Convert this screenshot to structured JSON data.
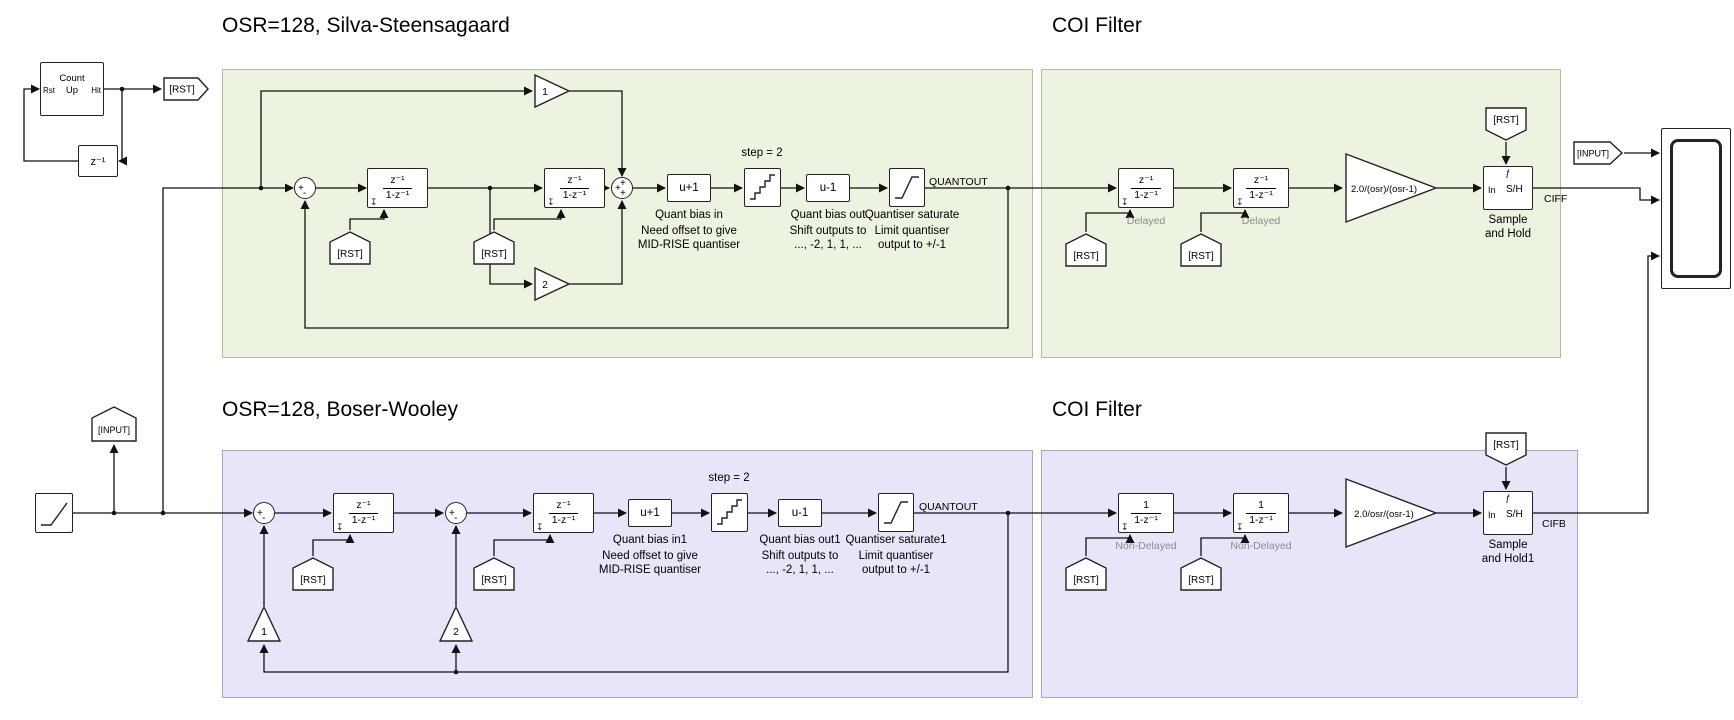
{
  "titles": {
    "silva": "OSR=128, Silva-Steensagaard",
    "coi_top": "COI Filter",
    "boser": "OSR=128, Boser-Wooley",
    "coi_bottom": "COI Filter"
  },
  "tags": {
    "rst": "[RST]",
    "input": "[INPUT]"
  },
  "icons": {
    "plus": "+",
    "minus": "-",
    "reset": "↧",
    "trigger": "ƒ"
  },
  "counter": {
    "title1": "Count",
    "title2": "Up",
    "port_rst": "Rst",
    "port_hit": "Hit",
    "delay": "z⁻¹"
  },
  "filters": {
    "delayed_num": "z⁻¹",
    "delayed_den": "1-z⁻¹",
    "delayed_label": "Delayed",
    "nondelayed_num": "1",
    "nondelayed_den": "1-z⁻¹",
    "nondelayed_label": "Non-Delayed"
  },
  "silva": {
    "gain_ff1": "1",
    "gain_ff2": "2",
    "bias_in": {
      "text": "u+1",
      "name": "Quant bias in",
      "note1": "Need offset to give",
      "note2": "MID-RISE quantiser"
    },
    "quantizer": {
      "step": "step = 2"
    },
    "bias_out": {
      "text": "u-1",
      "name": "Quant bias out",
      "note1": "Shift outputs to",
      "note2": "..., -2, 1, 1, ..."
    },
    "saturate": {
      "name": "Quantiser saturate",
      "note1": "Limit quantiser",
      "note2": "output to +/-1"
    },
    "quantout": "QUANTOUT"
  },
  "boser": {
    "gain_fb1": "1",
    "gain_fb2": "2",
    "bias_in": {
      "text": "u+1",
      "name": "Quant bias in1",
      "note1": "Need offset to give",
      "note2": "MID-RISE quantiser"
    },
    "quantizer": {
      "step": "step = 2"
    },
    "bias_out": {
      "text": "u-1",
      "name": "Quant bias out1",
      "note1": "Shift outputs to",
      "note2": "..., -2, 1, 1, ..."
    },
    "saturate": {
      "name": "Quantiser saturate1",
      "note1": "Limit quantiser",
      "note2": "output to +/-1"
    },
    "quantout": "QUANTOUT"
  },
  "coi_top": {
    "gain": "2.0/(osr)/(osr-1)",
    "sh": {
      "in": "In",
      "label": "S/H",
      "name1": "Sample",
      "name2": "and Hold"
    },
    "signal": "CIFF"
  },
  "coi_bottom": {
    "gain": "2.0/osr/(osr-1)",
    "sh": {
      "in": "In",
      "label": "S/H",
      "name1": "Sample",
      "name2": "and Hold1"
    },
    "signal": "CIFB"
  },
  "colors": {
    "region_green": "#edf3e1",
    "region_purple": "#e6e6f8",
    "block_border": "#232323",
    "wire": "#111111"
  }
}
